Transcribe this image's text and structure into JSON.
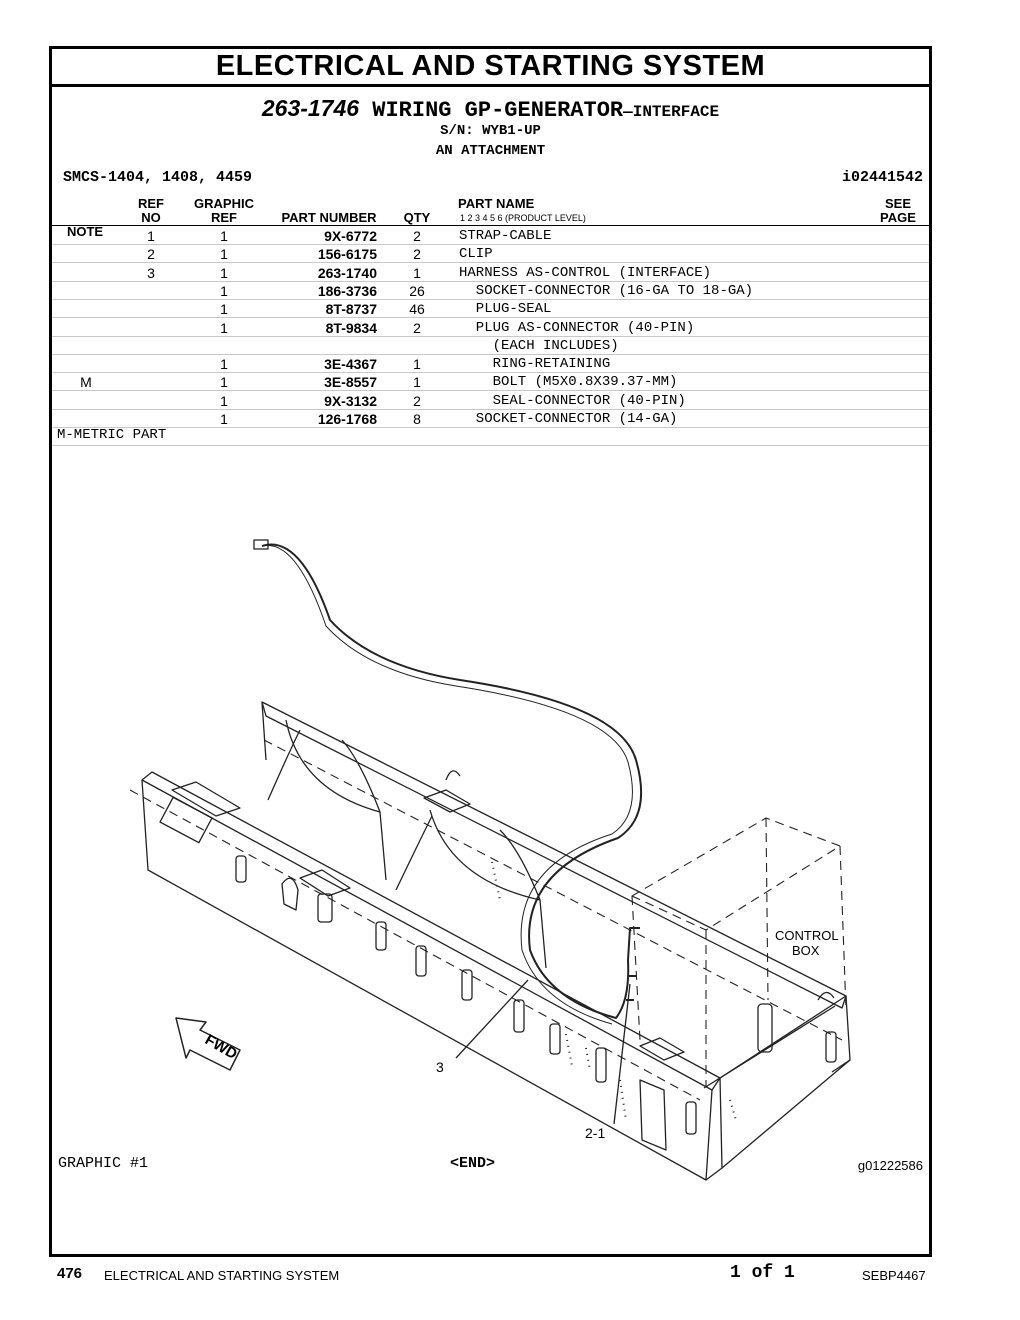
{
  "header": {
    "title": "ELECTRICAL AND STARTING SYSTEM",
    "part_number": "263-1746",
    "part_name": "WIRING GP-GENERATOR",
    "part_suffix": "—INTERFACE",
    "serial": "S/N: WYB1-UP",
    "attachment": "AN ATTACHMENT",
    "smcs": "SMCS-1404, 1408, 4459",
    "ident": "i02441542"
  },
  "table": {
    "headers": {
      "note": "NOTE",
      "ref_top": "REF",
      "ref_bottom": "NO",
      "graphic_top": "GRAPHIC",
      "graphic_bottom": "REF",
      "part_number": "PART NUMBER",
      "qty": "QTY",
      "part_name": "PART NAME",
      "levels": "1 2 3 4 5 6 (PRODUCT LEVEL)",
      "see_top": "SEE",
      "see_bottom": "PAGE"
    },
    "rows": [
      {
        "note": "",
        "ref": "1",
        "graphic": "1",
        "part_number": "9X-6772",
        "qty": "2",
        "name": "STRAP-CABLE"
      },
      {
        "note": "",
        "ref": "2",
        "graphic": "1",
        "part_number": "156-6175",
        "qty": "2",
        "name": "CLIP"
      },
      {
        "note": "",
        "ref": "3",
        "graphic": "1",
        "part_number": "263-1740",
        "qty": "1",
        "name": "HARNESS AS-CONTROL (INTERFACE)"
      },
      {
        "note": "",
        "ref": "",
        "graphic": "1",
        "part_number": "186-3736",
        "qty": "26",
        "name": "  SOCKET-CONNECTOR (16-GA TO 18-GA)"
      },
      {
        "note": "",
        "ref": "",
        "graphic": "1",
        "part_number": "8T-8737",
        "qty": "46",
        "name": "  PLUG-SEAL"
      },
      {
        "note": "",
        "ref": "",
        "graphic": "1",
        "part_number": "8T-9834",
        "qty": "2",
        "name": "  PLUG AS-CONNECTOR (40-PIN)"
      },
      {
        "note": "",
        "ref": "",
        "graphic": "",
        "part_number": "",
        "qty": "",
        "name": "    (EACH INCLUDES)"
      },
      {
        "note": "",
        "ref": "",
        "graphic": "1",
        "part_number": "3E-4367",
        "qty": "1",
        "name": "    RING-RETAINING"
      },
      {
        "note": "M",
        "ref": "",
        "graphic": "1",
        "part_number": "3E-8557",
        "qty": "1",
        "name": "    BOLT (M5X0.8X39.37-MM)"
      },
      {
        "note": "",
        "ref": "",
        "graphic": "1",
        "part_number": "9X-3132",
        "qty": "2",
        "name": "    SEAL-CONNECTOR (40-PIN)"
      },
      {
        "note": "",
        "ref": "",
        "graphic": "1",
        "part_number": "126-1768",
        "qty": "8",
        "name": "  SOCKET-CONNECTOR (14-GA)"
      }
    ],
    "metric_note": "M-METRIC PART"
  },
  "graphic": {
    "label": "GRAPHIC #1",
    "end": "<END>",
    "code": "g01222586",
    "callouts": {
      "harness": "3",
      "clip": "2-1",
      "control_box_1": "CONTROL",
      "control_box_2": "BOX",
      "fwd": "FWD"
    }
  },
  "footer": {
    "page": "476",
    "section": "ELECTRICAL AND STARTING SYSTEM",
    "page_of": "1 of 1",
    "doc": "SEBP4467"
  }
}
